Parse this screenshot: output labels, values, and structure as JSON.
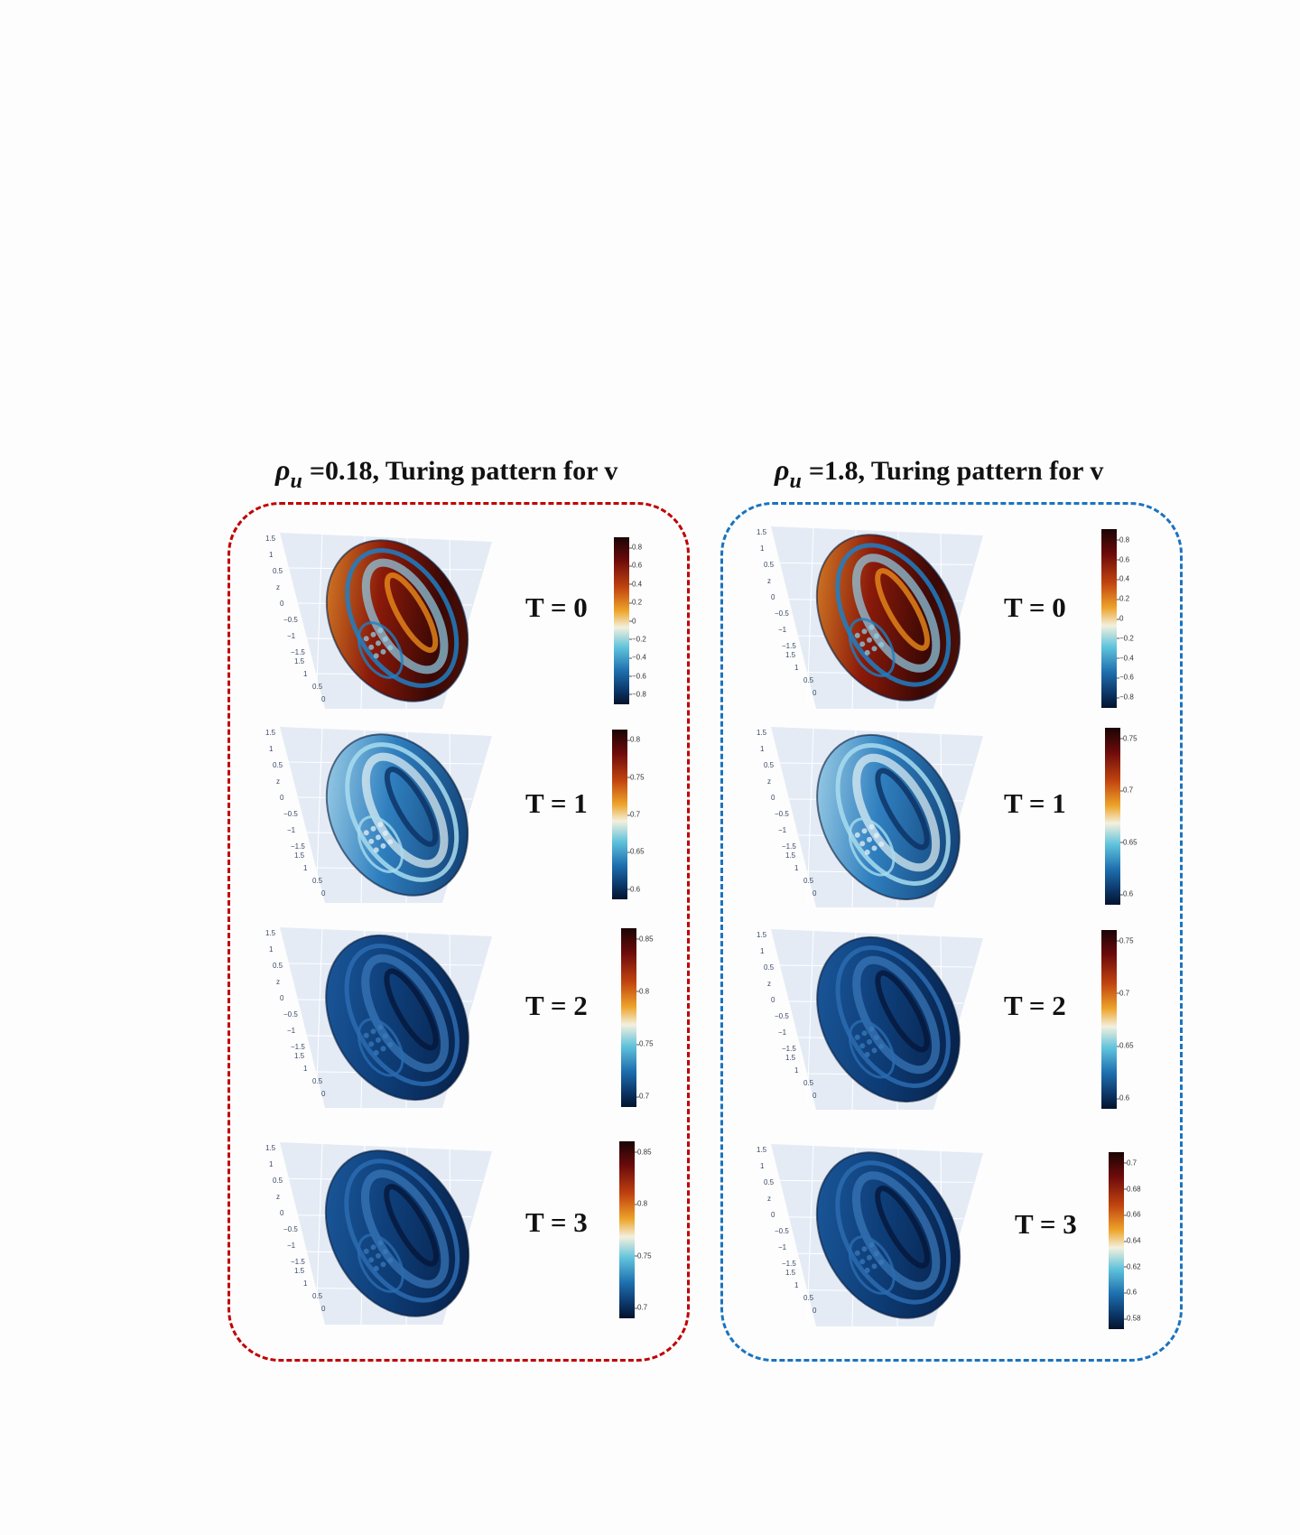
{
  "groups": [
    {
      "title_symbol": "ρ",
      "title_subscript": "u",
      "title_text": "=0.18, Turing pattern for v",
      "border_color": "#c00000",
      "panels": [
        {
          "label": "T = 0",
          "style": "red-blue",
          "ticks": [
            "0.8",
            "0.6",
            "0.4",
            "0.2",
            "0",
            "−0.2",
            "−0.4",
            "−0.6",
            "−0.8"
          ]
        },
        {
          "label": "T = 1",
          "style": "light-blue",
          "ticks": [
            "0.8",
            "0.75",
            "0.7",
            "0.65",
            "0.6"
          ]
        },
        {
          "label": "T = 2",
          "style": "dark-blue",
          "ticks": [
            "0.85",
            "0.8",
            "0.75",
            "0.7"
          ]
        },
        {
          "label": "T = 3",
          "style": "dark-blue",
          "ticks": [
            "0.85",
            "0.8",
            "0.75",
            "0.7"
          ]
        }
      ]
    },
    {
      "title_symbol": "ρ",
      "title_subscript": "u",
      "title_text": "=1.8, Turing pattern for v",
      "border_color": "#1a73c0",
      "panels": [
        {
          "label": "T = 0",
          "style": "red-blue",
          "ticks": [
            "0.8",
            "0.6",
            "0.4",
            "0.2",
            "0",
            "−0.2",
            "−0.4",
            "−0.6",
            "−0.8"
          ]
        },
        {
          "label": "T = 1",
          "style": "light-blue",
          "ticks": [
            "0.75",
            "0.7",
            "0.65",
            "0.6"
          ]
        },
        {
          "label": "T = 2",
          "style": "dark-blue",
          "ticks": [
            "0.75",
            "0.7",
            "0.65",
            "0.6"
          ]
        },
        {
          "label": "T = 3",
          "style": "dark-blue",
          "ticks": [
            "0.7",
            "0.68",
            "0.66",
            "0.64",
            "0.62",
            "0.6",
            "0.58"
          ]
        }
      ]
    }
  ],
  "axis_ticks": [
    "1.5",
    "1",
    "0.5",
    "z",
    "0",
    "−0.5",
    "−1",
    "−1.5",
    "1.5",
    "1",
    "0.5",
    "0"
  ]
}
